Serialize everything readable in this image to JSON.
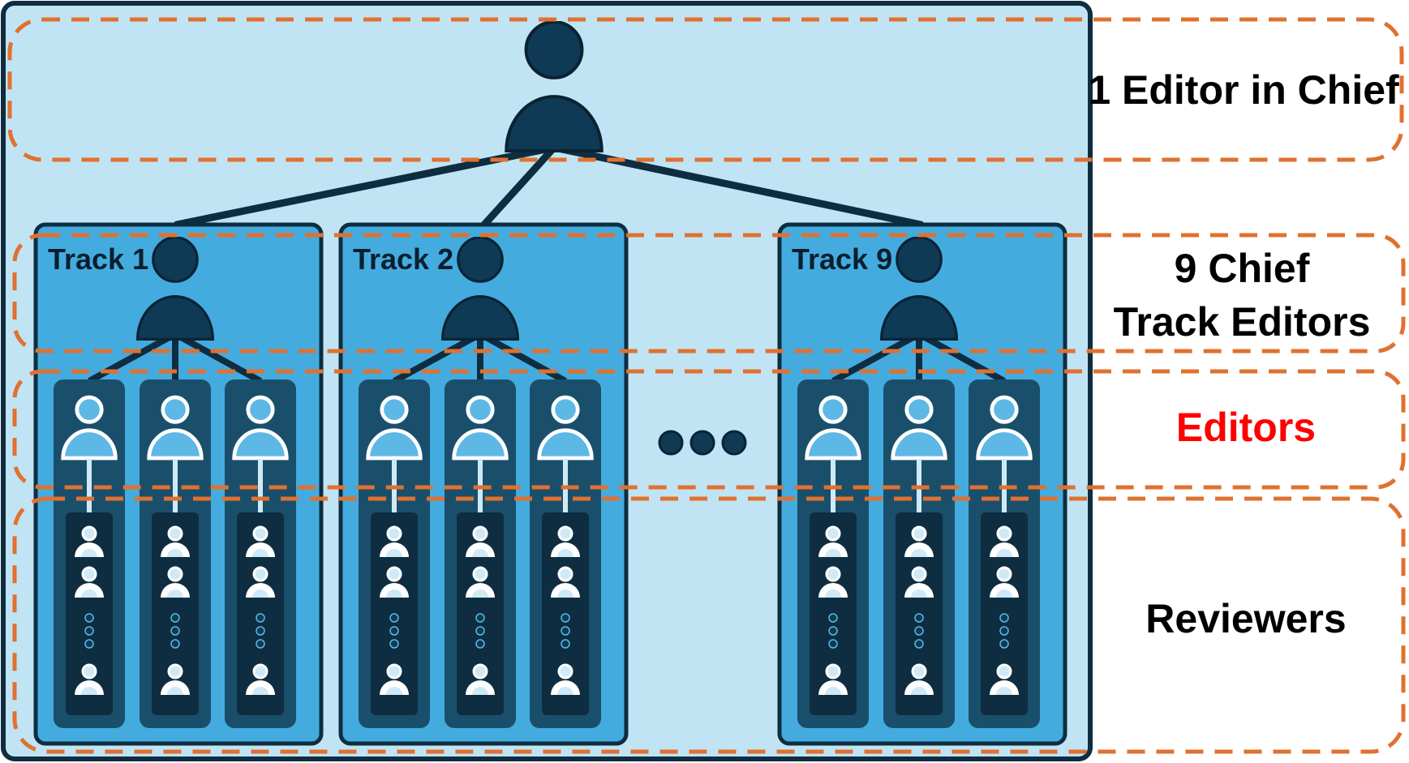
{
  "colors": {
    "outer_panel": "#c1e4f4",
    "outer_border": "#0e2d40",
    "track_panel": "#44abdf",
    "track_border": "#0e2d40",
    "column_bg": "#1a4f6c",
    "reviewer_bg": "#0e2d40",
    "dark_person": "#0f3a56",
    "light_person": "#5db8e6",
    "dashed": "#e0712f",
    "editors_text": "#ff0000",
    "text": "#000000"
  },
  "editor_in_chief": {
    "label": "1 Editor in Chief",
    "icon": "person-icon"
  },
  "track_editors": {
    "label_line1": "9 Chief",
    "label_line2": "Track Editors"
  },
  "editors": {
    "label": "Editors"
  },
  "reviewers": {
    "label": "Reviewers"
  },
  "tracks": [
    {
      "label": "Track 1"
    },
    {
      "label": "Track 2"
    },
    {
      "label": "Track 9"
    }
  ],
  "ellipsis_icon": "ellipsis-dots-icon"
}
